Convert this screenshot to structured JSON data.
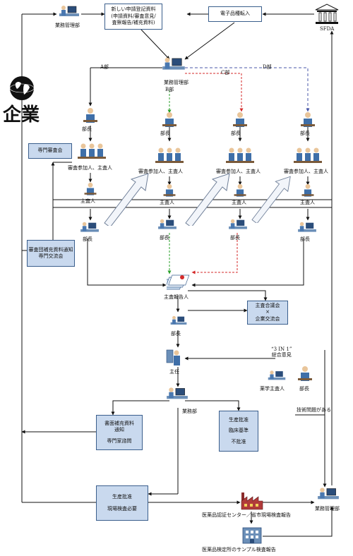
{
  "company": "企業",
  "sfda": "SFDA",
  "dept_business_top": "業務管理部",
  "box_new_apply": [
    "新しい申請登記資料",
    "(申請資料/審査意見/",
    "査察報告/補充資料)"
  ],
  "box_e_transfer": "電子品種転入",
  "dept_business_center": "業務管理部",
  "dept_a": "A部",
  "dept_b": "B部",
  "dept_c": "C部",
  "dept_d": "D部",
  "head_label": "部長",
  "box_expert_council": "専門審査会",
  "reviewers_label": "審査参加人、主査人",
  "chief_label": "主査人",
  "box_notice": [
    "審査団補充資料通知",
    "専門交流会"
  ],
  "chief_report_label": "主査報告人",
  "box_conference": [
    "主査合議会",
    "×",
    "企業交流会"
  ],
  "director_label": "部長",
  "supervisor_label": "主任",
  "three_in_one": [
    "“3 IN 1”",
    "総合意見"
  ],
  "pharma_chief_label": "薬学主査人",
  "tech_issue_label": "技術問題がある",
  "business_dept_label": "業務部",
  "box_written_supplement": [
    "書面補充資料",
    "通知",
    "専門家諮問"
  ],
  "box_production_approval": [
    "生産批准",
    "臨床基準",
    "不批准"
  ],
  "box_production_inspection": [
    "生産批准",
    "現場検査必要"
  ],
  "business_mgmt_bottom": "業務管理部",
  "certification_center": "医薬品認証センター／省市現場検査報告",
  "testing_institute": "医薬品検定所のサンプル検査報告",
  "colors": {
    "box_fill": "#c9d9ee",
    "box_border": "#3a5e8c",
    "arrow": "#111111",
    "blue_dash": "#4a57a8",
    "red_dash": "#d42a2a",
    "green_dash": "#2aa02a"
  },
  "icons": [
    "person-at-computer-icon",
    "group-of-people-icon",
    "globe-icon",
    "bank-building-icon",
    "factory-icon",
    "lab-building-icon",
    "documents-stack-icon",
    "big-up-arrow-icon"
  ]
}
